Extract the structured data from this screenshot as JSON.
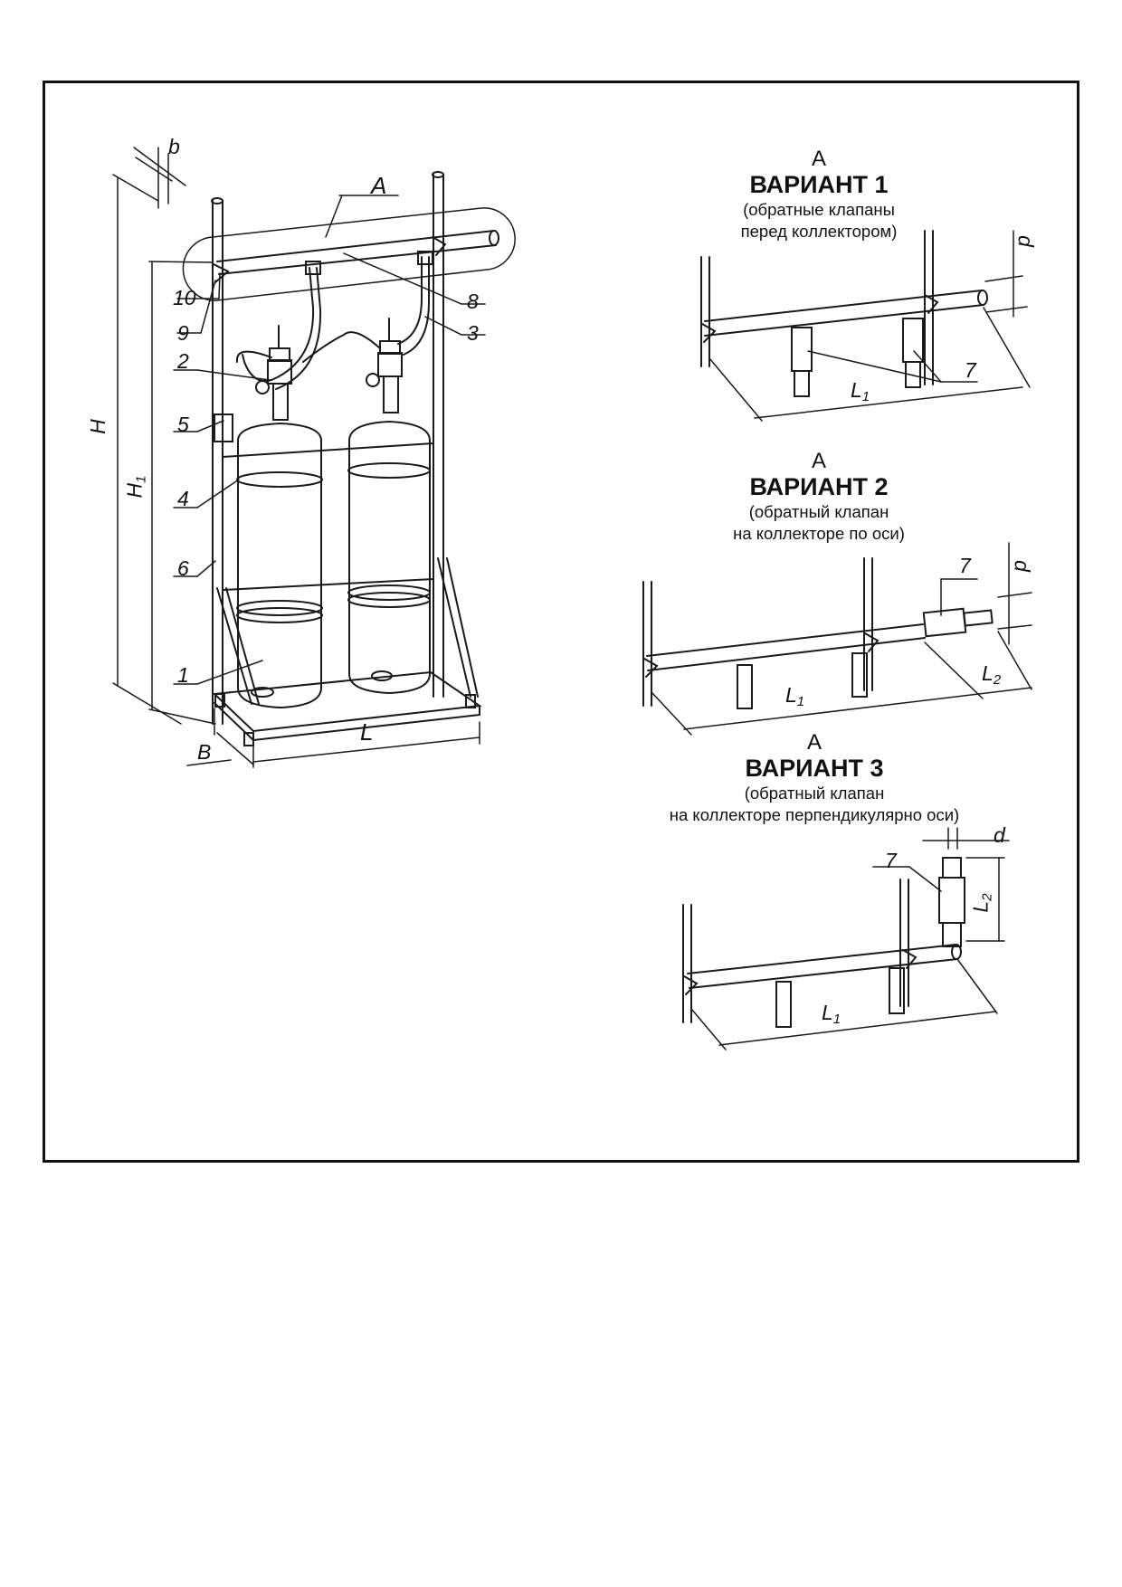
{
  "labels": {
    "b": "b",
    "A": "A",
    "H": "H",
    "H1": "H",
    "H1_sub": "1",
    "n10": "10",
    "n9": "9",
    "n8": "8",
    "n3": "3",
    "n2": "2",
    "n5": "5",
    "n4": "4",
    "n6": "6",
    "n1": "1",
    "L": "L",
    "B": "B"
  },
  "variant1": {
    "letter": "А",
    "title": "ВАРИАНТ 1",
    "desc1": "(обратные клапаны",
    "desc2": "перед коллектором)",
    "p": "p",
    "n7": "7",
    "L1": "L",
    "L1_sub": "1"
  },
  "variant2": {
    "letter": "А",
    "title": "ВАРИАНТ 2",
    "desc1": "(обратный клапан",
    "desc2": "на коллекторе по оси)",
    "p": "p",
    "n7": "7",
    "L1": "L",
    "L1_sub": "1",
    "L2": "L",
    "L2_sub": "2"
  },
  "variant3": {
    "letter": "А",
    "title": "ВАРИАНТ 3",
    "desc1": "(обратный клапан",
    "desc2": "на коллекторе перпендикулярно оси)",
    "d": "d",
    "n7": "7",
    "L1": "L",
    "L1_sub": "1",
    "L2": "L",
    "L2_sub": "2"
  }
}
